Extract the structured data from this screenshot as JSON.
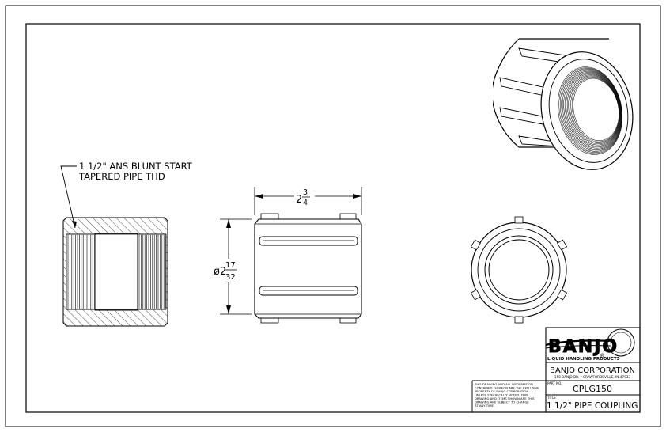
{
  "thread_note": {
    "line1": "1  1/2\"  ANS  BLUNT  START",
    "line2": "TAPERED  PIPE  THD"
  },
  "dimensions": {
    "length_whole": "2",
    "length_num": "3",
    "length_den": "4",
    "dia_prefix": "ø2",
    "dia_num": "17",
    "dia_den": "32"
  },
  "title_block": {
    "logo_text": "BANJO",
    "logo_tagline": "LIQUID HANDLING PRODUCTS",
    "registered_mark": "®",
    "company": "BANJO  CORPORATION",
    "address": "150 BANJO DR. * CRAWFORDSVILLE, IN 47933",
    "part_no_label": "PART NO.",
    "part_no": "CPLG150",
    "title_label": "TITLE",
    "title": "1  1/2\"  PIPE  COUPLING",
    "notice_lines": [
      "THIS DRAWING AND ALL INFORMATION",
      "CONTAINED THEREON ARE THE EXCLUSIVE",
      "PROPERTY OF BANJO CORPORATION.",
      "UNLESS SPECIFICALLY NOTED, THIS",
      "DRAWING AND ITEMS SHOWN ARE THIS",
      "DRAWING ARE SUBJECT TO CHANGE",
      "AT ANY TIME."
    ]
  }
}
